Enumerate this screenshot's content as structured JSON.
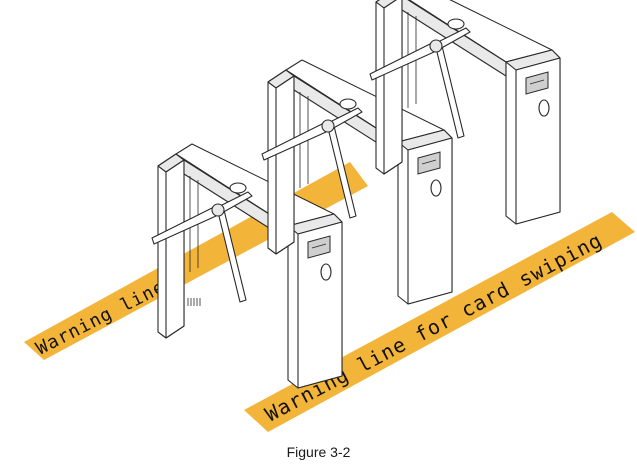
{
  "figure": {
    "caption": "Figure 3-2",
    "stripe_color": "#f3b43a",
    "warning_line_label": "Warning line",
    "card_line_label": "Warning line for card swiping",
    "turnstile_count": 3
  }
}
